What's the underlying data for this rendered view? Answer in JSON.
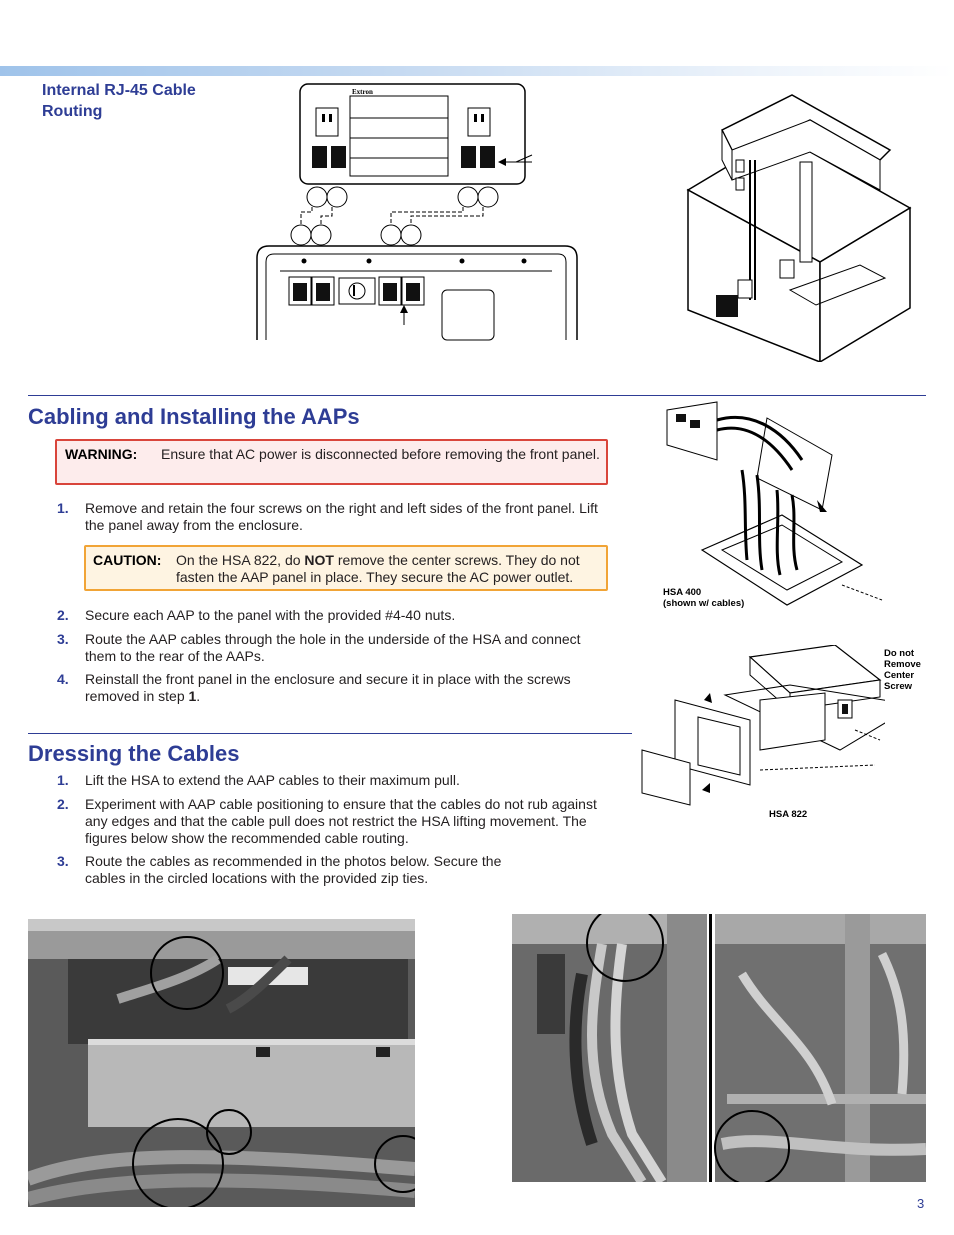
{
  "header": {
    "section_title": "Internal RJ-45 Cable Routing"
  },
  "cabling": {
    "heading": "Cabling and Installing the AAPs",
    "warning_label": "WARNING:",
    "warning_text": "Ensure that AC power is disconnected before removing the front panel.",
    "step1_num": "1.",
    "step1_text": "Remove and retain the four screws on the right and left sides of the front panel. Lift the panel away from the enclosure.",
    "caution_label": "CAUTION:",
    "caution_pre": "On the HSA 822, do ",
    "caution_bold": "NOT",
    "caution_post": " remove the center screws. They do not fasten the AAP panel in place.  They secure the AC power outlet.",
    "step2_num": "2.",
    "step2_text": "Secure each AAP to the panel with the provided #4-40 nuts.",
    "step3_num": "3.",
    "step3_text": "Route the AAP cables through the hole in the underside of the HSA and connect them to the rear of the AAPs.",
    "step4_num": "4.",
    "step4_pre": "Reinstall the front panel in the enclosure and secure it in place with the screws removed in step ",
    "step4_bold": "1",
    "step4_post": "."
  },
  "dressing": {
    "heading": "Dressing the Cables",
    "step1_num": "1.",
    "step1_text": "Lift the HSA to extend the AAP cables to their maximum pull.",
    "step2_num": "2.",
    "step2_text": "Experiment with AAP cable positioning to ensure that the cables do not rub against any edges and that the cable pull does not restrict the HSA lifting movement. The figures below show the recommended cable routing.",
    "step3_num": "3.",
    "step3_text": "Route the cables as recommended in the photos below. Secure the cables in the circled locations with the provided zip ties."
  },
  "figures": {
    "panel_brand": "Extron",
    "hsa400_caption_line1": "HSA 400",
    "hsa400_caption_line2": "(shown w/ cables)",
    "hsa822_caption": "HSA 822",
    "callout_line1": "Do not",
    "callout_line2": "Remove",
    "callout_line3": "Center",
    "callout_line4": "Screw"
  },
  "footer": {
    "page_number": "3"
  },
  "colors": {
    "heading_blue": "#2e3d95",
    "warning_red": "#d9453b",
    "caution_orange": "#f1a436"
  }
}
